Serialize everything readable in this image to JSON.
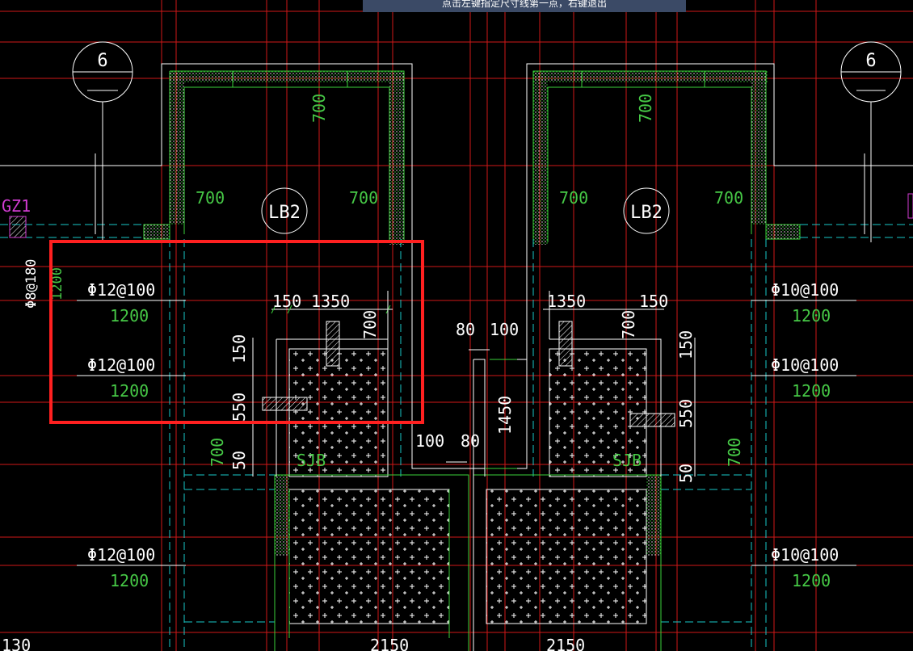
{
  "app": {
    "command_tip": "点击左键指定尺寸线第一点，右键退出",
    "colors": {
      "background": "#000000",
      "axis_red": "#d01818",
      "wall_white": "#ffffff",
      "wall_green": "#3ad13a",
      "dash_cyan": "#19c8c8",
      "highlight_red": "#ff2020",
      "label_magenta": "#d23cd2",
      "dim_green": "#46c846",
      "text_white": "#f0f0f0"
    }
  },
  "axis_markers": {
    "left": "6",
    "right": "6"
  },
  "labels": {
    "gz1": "GZ1",
    "lb2_left": "LB2",
    "lb2_right": "LB2",
    "sjb_left": "SJB",
    "sjb_right": "SJB",
    "rebar_vertical": "Φ8@180",
    "rebar_vertical_len": "1200"
  },
  "rebar_left": [
    {
      "spec": "Φ12@100",
      "len": "1200"
    },
    {
      "spec": "Φ12@100",
      "len": "1200"
    },
    {
      "spec": "Φ12@100",
      "len": "1200"
    }
  ],
  "rebar_right": [
    {
      "spec": "Φ10@100",
      "len": "1200"
    },
    {
      "spec": "Φ10@100",
      "len": "1200"
    },
    {
      "spec": "Φ10@100",
      "len": "1200"
    }
  ],
  "dimensions": {
    "d700": "700",
    "d150": "150",
    "d1350": "1350",
    "d80": "80",
    "d100": "100",
    "d1450": "1450",
    "d550": "550",
    "d50": "50",
    "d2150": "2150",
    "d130": "130"
  }
}
